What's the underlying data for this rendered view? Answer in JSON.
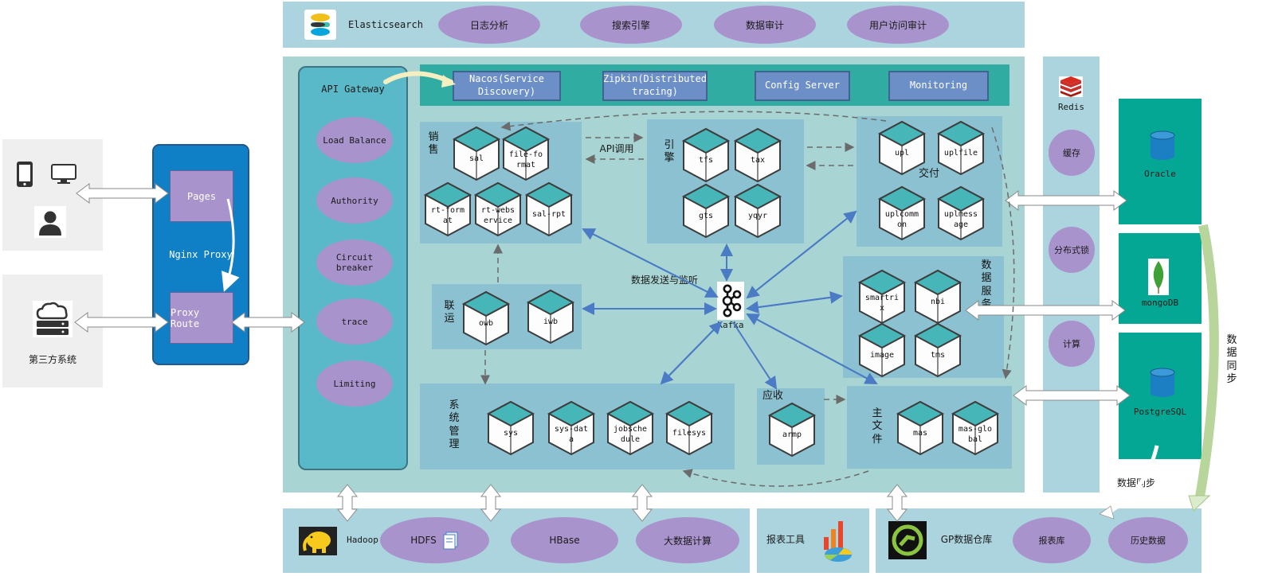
{
  "elasticsearch": {
    "title": "Elasticsearch",
    "items": [
      "日志分析",
      "搜索引擎",
      "数据审计",
      "用户访问审计"
    ]
  },
  "clients": {
    "third_party": "第三方系统"
  },
  "nginx": {
    "pages": "Pages",
    "label": "Nginx Proxy",
    "proxy_route": "Proxy Route"
  },
  "gateway": {
    "title": "API Gateway",
    "items": [
      "Load Balance",
      "Authority",
      "Circuit breaker",
      "trace",
      "Limiting"
    ]
  },
  "infra_services": [
    "Nacos(Service Discovery)",
    "Zipkin(Distributed tracing)",
    "Config Server",
    "Monitoring"
  ],
  "groups": {
    "sales": {
      "label": "销售",
      "cubes": [
        "sal",
        "file-format",
        "rt-format",
        "rt-webservice",
        "sal-rpt"
      ]
    },
    "engine": {
      "label": "引擎",
      "cubes": [
        "tfs",
        "tax",
        "gts",
        "yqyr"
      ]
    },
    "delivery": {
      "label": "交付",
      "cubes": [
        "upl",
        "uplfile",
        "uplcommon",
        "uplmessage"
      ]
    },
    "data_service": {
      "label": "数据服务",
      "cubes": [
        "smartrix",
        "nbi",
        "image",
        "tms"
      ]
    },
    "liaison": {
      "label": "联运",
      "cubes": [
        "owb",
        "iwb"
      ]
    },
    "sysmgmt": {
      "label": "系统管理",
      "cubes": [
        "sys",
        "sys-data",
        "jobschedule",
        "filesys"
      ]
    },
    "receivable": {
      "label": "应收",
      "cubes": [
        "armp"
      ]
    },
    "master": {
      "label": "主文件",
      "cubes": [
        "mas",
        "mas-global"
      ]
    }
  },
  "labels": {
    "api_call": "API调用",
    "data_send": "数据发送与监听",
    "kafka": "Kafka",
    "data_sync": "数据同步",
    "data_sync_vertical": "数据同步"
  },
  "redis": {
    "title": "Redis",
    "items": [
      "缓存",
      "分布式锁",
      "计算"
    ]
  },
  "databases": [
    "Oracle",
    "mongoDB",
    "PostgreSQL"
  ],
  "bottom": {
    "hadoop": "Hadoop",
    "hadoop_items": [
      "HDFS",
      "HBase",
      "大数据计算"
    ],
    "report_tool": "报表工具",
    "gp": "GP数据仓库",
    "gp_items": [
      "报表库",
      "历史数据"
    ]
  },
  "colors": {
    "main_bg": "#a8d4d4",
    "group_bg": "#8cc1d1",
    "gateway_bg": "#59b9c9",
    "oval": "#a993cc",
    "service_box": "#6c8fc7",
    "db_teal": "#03a793",
    "nginx_blue": "#0f80c6",
    "cube_top": "#47b6b9"
  }
}
